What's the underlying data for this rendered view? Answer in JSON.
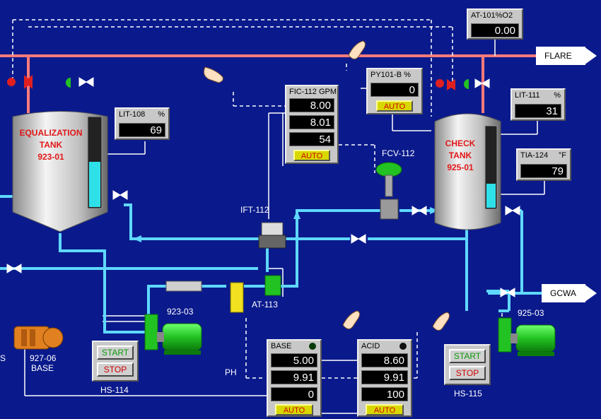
{
  "colors": {
    "background": "#0a1a8c",
    "process_line": "#5fd8ff",
    "flare_line": "#ff7a7a",
    "signal_line": "#ffffff",
    "tank_label": "#e01818",
    "auto_button": "#d8d800",
    "start_text": "#0a9a0a",
    "stop_text": "#d00000",
    "pump": "#22c222",
    "level_fill": "#30e0e8"
  },
  "destinations": {
    "flare": "FLARE",
    "gcwa": "GCWA"
  },
  "tanks": {
    "equalization": {
      "line1": "EQUALIZATION",
      "line2": "TANK",
      "line3": "923-01",
      "level": 0.51
    },
    "check": {
      "line1": "CHECK",
      "line2": "TANK",
      "line3": "925-01",
      "level": 0.3
    }
  },
  "indicators": {
    "at101": {
      "tag": "AT-101%O2",
      "value": "0.00"
    },
    "lit108": {
      "tag": "LIT-108",
      "unit": "%",
      "value": "69"
    },
    "lit111": {
      "tag": "LIT-111",
      "unit": "%",
      "value": "31"
    },
    "tia124": {
      "tag": "TIA-124",
      "unit": "°F",
      "value": "79"
    }
  },
  "controllers": {
    "fic112": {
      "tag": "FIC-112 GPM",
      "sp": "8.00",
      "pv": "8.01",
      "out": "54",
      "mode": "AUTO"
    },
    "py101b": {
      "tag": "PY101-B %",
      "value": "0",
      "mode": "AUTO"
    },
    "base": {
      "tag": "BASE",
      "sp": "5.00",
      "pv": "9.91",
      "out": "0",
      "mode": "AUTO"
    },
    "acid": {
      "tag": "ACID",
      "sp": "8.60",
      "pv": "9.91",
      "out": "100",
      "mode": "AUTO"
    }
  },
  "labels": {
    "fcv112": "FCV-112",
    "ift112": "IFT-112",
    "at113": "AT-113",
    "pump923": "923-03",
    "pump925": "925-03",
    "pump927_line1": "927-06",
    "pump927_line2": "BASE",
    "hs114": "HS-114",
    "hs115": "HS-115",
    "ph": "PH",
    "edge_s": "S"
  },
  "hs114": {
    "start": "START",
    "stop": "STOP"
  },
  "hs115": {
    "start": "START",
    "stop": "STOP"
  }
}
